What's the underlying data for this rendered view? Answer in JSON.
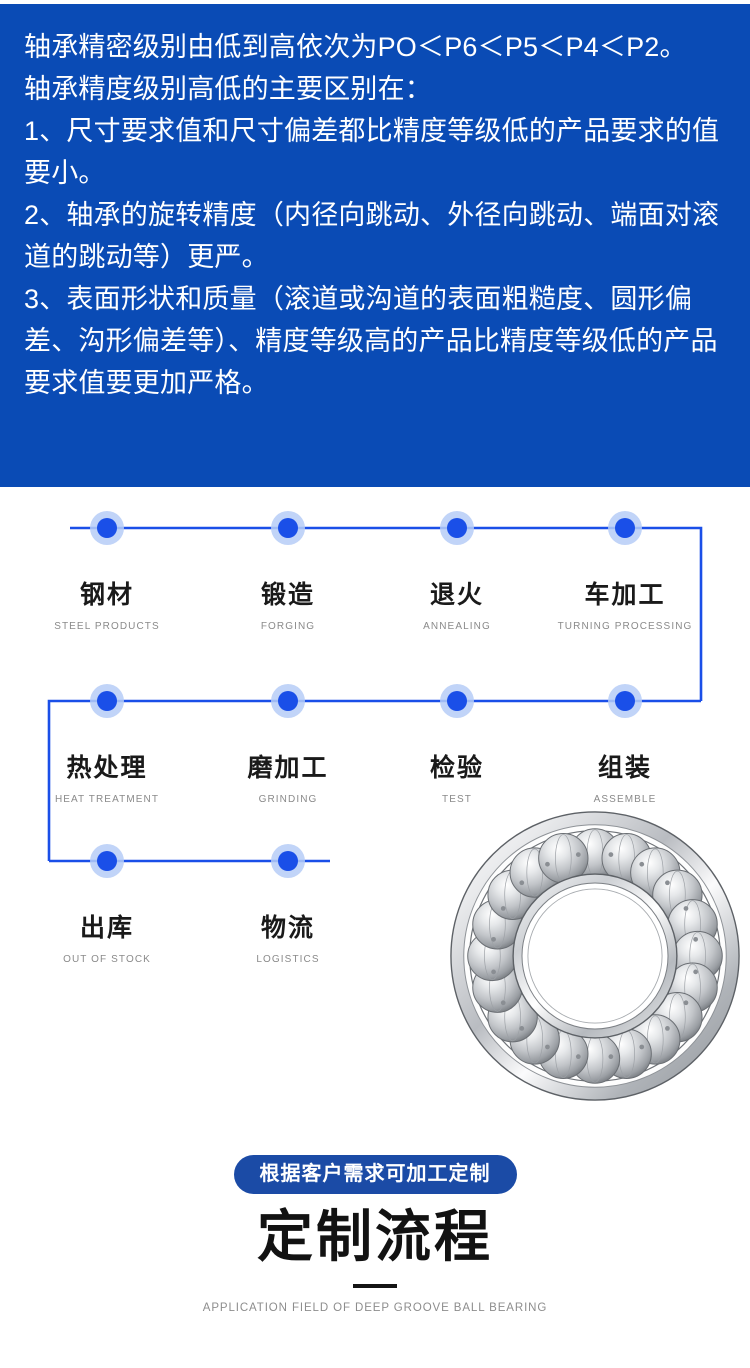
{
  "colors": {
    "panel_blue": "#0a4bb5",
    "accent_blue": "#1a4fe8",
    "halo_blue": "#b6cdf7",
    "badge_blue": "#1b4ba6",
    "text_dark": "#1a1a1a",
    "text_muted": "#8a8a8a"
  },
  "info_panel": {
    "lines": [
      "轴承精密级别由低到高依次为PO＜P6＜P5＜P4＜P2。",
      "轴承精度级别高低的主要区别在：",
      "1、尺寸要求值和尺寸偏差都比精度等级低的产品要求的值要小。",
      "2、轴承的旋转精度（内径向跳动、外径向跳动、端面对滚道的跳动等）更严。",
      "3、表面形状和质量（滚道或沟道的表面粗糙度、圆形偏差、沟形偏差等）、精度等级高的产品比精度等级低的产品要求值要更加严格。"
    ]
  },
  "flow": {
    "rows": [
      [
        {
          "cn": "钢材",
          "en": "STEEL PRODUCTS"
        },
        {
          "cn": "锻造",
          "en": "FORGING"
        },
        {
          "cn": "退火",
          "en": "ANNEALING"
        },
        {
          "cn": "车加工",
          "en": "TURNING PROCESSING"
        }
      ],
      [
        {
          "cn": "热处理",
          "en": "HEAT TREATMENT"
        },
        {
          "cn": "磨加工",
          "en": "GRINDING"
        },
        {
          "cn": "检验",
          "en": "TEST"
        },
        {
          "cn": "组装",
          "en": "ASSEMBLE"
        }
      ],
      [
        {
          "cn": "出库",
          "en": "OUT OF STOCK"
        },
        {
          "cn": "物流",
          "en": "LOGISTICS"
        }
      ]
    ]
  },
  "illustration": {
    "name": "deep-groove-ball-bearing",
    "ball_count": 20
  },
  "bottom": {
    "badge": "根据客户需求可加工定制",
    "title": "定制流程",
    "subtitle": "APPLICATION FIELD OF DEEP GROOVE BALL BEARING"
  }
}
